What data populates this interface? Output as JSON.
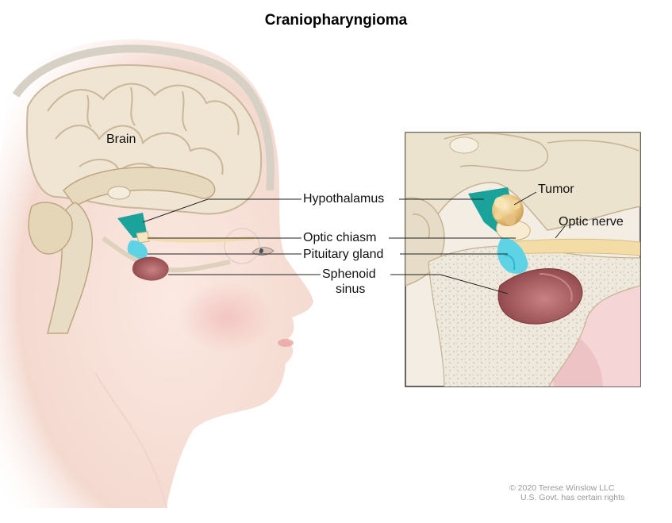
{
  "title": "Craniopharyngioma",
  "labels": {
    "brain": "Brain",
    "hypothalamus": "Hypothalamus",
    "optic_chiasm": "Optic chiasm",
    "pituitary_gland": "Pituitary gland",
    "sphenoid_line1": "Sphenoid",
    "sphenoid_line2": "sinus",
    "tumor": "Tumor",
    "optic_nerve": "Optic nerve"
  },
  "credit": {
    "line1": "© 2020 Terese Winslow LLC",
    "line2": "U.S. Govt. has certain rights"
  },
  "colors": {
    "skin": "#f6e4dc",
    "brain": "#efe5d2",
    "brain_outline": "#c9b79a",
    "hypothalamus": "#1aa39a",
    "pituitary": "#5fd3e6",
    "sinus": "#a85b5e",
    "tumor": "#e9c98a",
    "optic": "#f3dca6",
    "bone": "#ece4d8"
  }
}
